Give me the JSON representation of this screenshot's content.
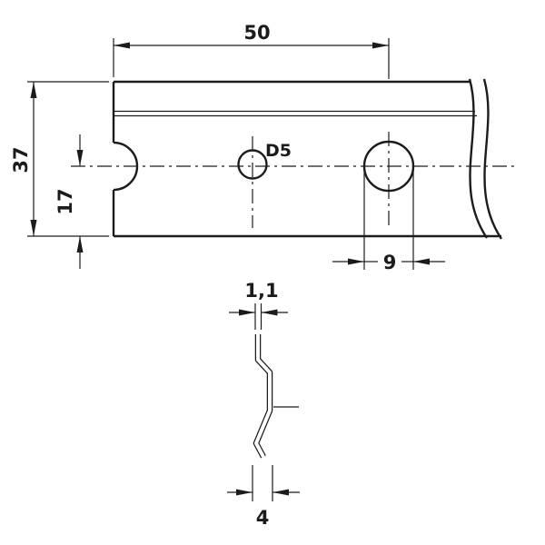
{
  "plate": {
    "width_dim": "50",
    "height_dim": "37",
    "hole_center_height_dim": "17",
    "hole_diameter_label": "D5",
    "right_hole_diameter_dim": "9"
  },
  "clip": {
    "thickness_dim": "1,1",
    "foot_width_dim": "4"
  },
  "colors": {
    "line": "#1c1c1c",
    "background": "#ffffff"
  }
}
